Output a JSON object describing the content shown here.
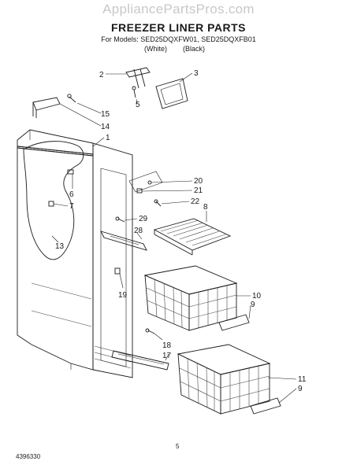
{
  "header": {
    "watermark": "AppliancePartsPros.com",
    "title": "FREEZER LINER PARTS",
    "models_line": "For Models: SED25DQXFW01, SED25DQXFB01",
    "variant_white": "(White)",
    "variant_black": "(Black)"
  },
  "callouts": [
    {
      "id": "2",
      "label": "2"
    },
    {
      "id": "3",
      "label": "3"
    },
    {
      "id": "5",
      "label": "5"
    },
    {
      "id": "15",
      "label": "15"
    },
    {
      "id": "14",
      "label": "14"
    },
    {
      "id": "1",
      "label": "1"
    },
    {
      "id": "6",
      "label": "6"
    },
    {
      "id": "7",
      "label": "7"
    },
    {
      "id": "13",
      "label": "13"
    },
    {
      "id": "20",
      "label": "20"
    },
    {
      "id": "21",
      "label": "21"
    },
    {
      "id": "22",
      "label": "22"
    },
    {
      "id": "8",
      "label": "8"
    },
    {
      "id": "29",
      "label": "29"
    },
    {
      "id": "28",
      "label": "28"
    },
    {
      "id": "19",
      "label": "19"
    },
    {
      "id": "10",
      "label": "10"
    },
    {
      "id": "9a",
      "label": "9"
    },
    {
      "id": "18",
      "label": "18"
    },
    {
      "id": "17",
      "label": "17"
    },
    {
      "id": "11",
      "label": "11"
    },
    {
      "id": "9b",
      "label": "9"
    }
  ],
  "footer": {
    "page_number": "5",
    "doc_number": "4396330"
  }
}
